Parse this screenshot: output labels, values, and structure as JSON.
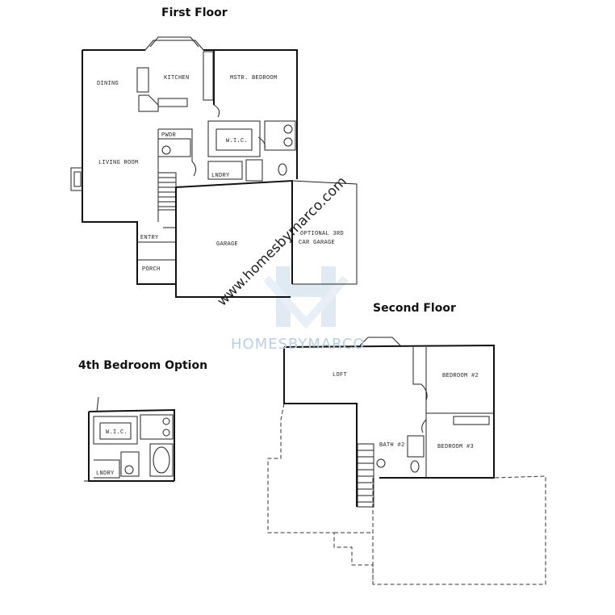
{
  "headings": {
    "first_floor": "First Floor",
    "second_floor": "Second Floor",
    "bedroom_option": "4th Bedroom Option"
  },
  "rooms_first": {
    "dining": "DINING",
    "kitchen": "KITCHEN",
    "master": "MSTR. BEDROOM",
    "living": "LIVING ROOM",
    "pwdr": "PWDR",
    "wic": "W.I.C.",
    "laundry": "LNDRY",
    "entry": "ENTRY",
    "porch": "PORCH",
    "garage": "GARAGE",
    "opt_garage_1": "OPTIONAL 3RD",
    "opt_garage_2": "CAR GARAGE"
  },
  "rooms_second": {
    "loft": "LOFT",
    "bedroom2": "BEDROOM #2",
    "bedroom3": "BEDROOM #3",
    "bath2": "BATH #2"
  },
  "rooms_option": {
    "wic": "W.I.C.",
    "laundry": "LNDRY"
  },
  "watermark": {
    "url": "www.homesbymarco.com",
    "brand": "HOMESBYMARCO",
    "color": "#b8cfe4"
  }
}
